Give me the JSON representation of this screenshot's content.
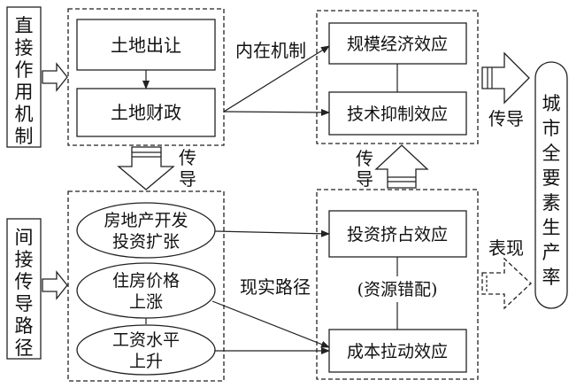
{
  "left_labels": {
    "direct": [
      "直",
      "接",
      "作",
      "用",
      "机",
      "制"
    ],
    "indirect": [
      "间",
      "接",
      "传",
      "导",
      "路",
      "径"
    ]
  },
  "upper_left": {
    "land_transfer": "土地出让",
    "land_finance": "土地财政"
  },
  "lower_left": {
    "real_estate": [
      "房地产开发",
      "投资扩张"
    ],
    "housing_price": [
      "住房价格",
      "上涨"
    ],
    "wage": [
      "工资水平",
      "上升"
    ]
  },
  "upper_right": {
    "scale_effect": "规模经济效应",
    "tech_effect": "技术抑制效应"
  },
  "lower_right": {
    "crowding_effect": "投资挤占效应",
    "misallocation": "(资源错配)",
    "cost_effect": "成本拉动效应"
  },
  "edge_labels": {
    "internal_mechanism": "内在机制",
    "realistic_path": "现实路径",
    "transmit_down": [
      "传",
      "导"
    ],
    "transmit_up": [
      "传",
      "导"
    ],
    "transmit_right": "传导",
    "manifest": "表现"
  },
  "outcome": [
    "城",
    "市",
    "全",
    "要",
    "素",
    "生",
    "产",
    "率"
  ]
}
